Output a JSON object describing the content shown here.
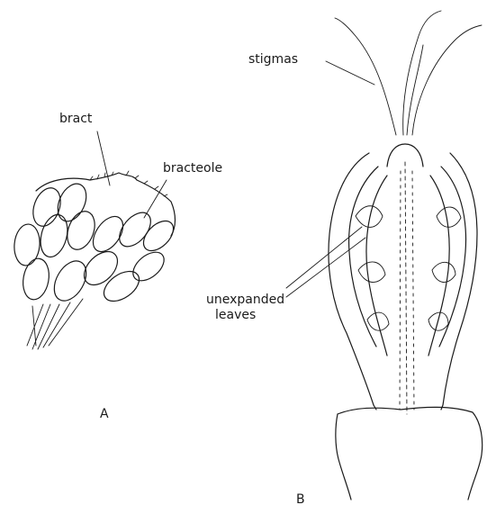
{
  "labels": {
    "stigmas": "stigmas",
    "bract": "bract",
    "bracteole": "bracteole",
    "unexpanded_line1": "unexpanded",
    "unexpanded_line2": "leaves",
    "panel_a": "A",
    "panel_b": "B"
  },
  "colors": {
    "ink": "#1a1a1a",
    "background": "#ffffff"
  }
}
